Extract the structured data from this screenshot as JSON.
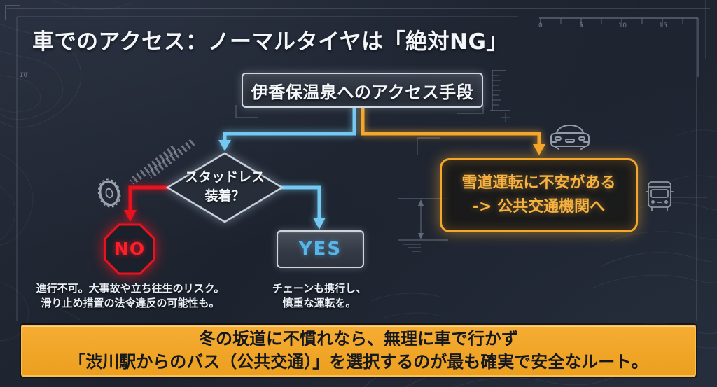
{
  "title": "車でのアクセス：ノーマルタイヤは「絶対NG」",
  "flowchart": {
    "start": {
      "label": "伊香保温泉へのアクセス手段"
    },
    "decision": {
      "line1": "スタッドレス",
      "line2": "装着？"
    },
    "no_branch": {
      "label": "NO",
      "caption_line1": "進行不可。大事故や立ち往生のリスク。",
      "caption_line2": "滑り止め措置の法令違反の可能性も。"
    },
    "yes_branch": {
      "label": "YES",
      "caption_line1": "チェーンも携行し、",
      "caption_line2": "慎重な運転を。"
    },
    "alt_branch": {
      "line1": "雪道運転に不安がある",
      "line2": "-> 公共交通機関へ"
    }
  },
  "banner": {
    "line1": "冬の坂道に不慣れなら、無理に車で行かず",
    "line2": "「渋川駅からのバス（公共交通）」を選択するのが最も確実で安全なルート。"
  },
  "blueprint": {
    "top_ruler_labels": [
      "0",
      "5",
      "10",
      "15"
    ],
    "side_label": "10"
  },
  "icons": [
    "tire-icon",
    "skid-marks-icon",
    "car-icon",
    "bus-icon"
  ],
  "colors": {
    "accent-blue": "#74c9f2",
    "accent-orange": "#f5a72b",
    "accent-red": "#e8131f",
    "no-text": "#ff1f2b",
    "yes-text": "#56b6e9",
    "alt-text": "#f6b140",
    "banner-bg1": "#f6ad33",
    "banner-bg2": "#ec9f1f",
    "banner-text": "#15181e",
    "text-light": "#f2f5f9"
  }
}
